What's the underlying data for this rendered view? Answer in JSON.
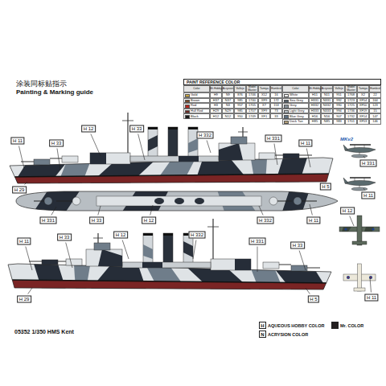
{
  "diagram": {
    "title": "涂装同标贴指示",
    "caption": "05352 1/350 HMS Kent",
    "labels": [
      "Painting & Marking guide",
      "PAINT REFERENCE COLOR",
      "Color",
      "Mr.Hobby",
      "Acrysion",
      "Vallejo",
      "Model Master",
      "Tamiya",
      "Humbrol",
      "Color",
      "Mr.Hobby",
      "Acrysion",
      "Vallejo",
      "Model Master",
      "Tamiya",
      "Humbrol",
      "Gold",
      "H9",
      "N9",
      "876",
      "1746",
      "X12",
      "16",
      "Brown",
      "H37",
      "N37",
      "985",
      "1740",
      "XF9",
      "172",
      "Red",
      "H3",
      "N3",
      "957",
      "1705",
      "X7",
      "153",
      "Hull Red",
      "H29",
      "N29",
      "985",
      "1707",
      "XF9",
      "73",
      "Black",
      "H12",
      "N12",
      "950",
      "1749",
      "XF1",
      "33",
      "White",
      "H11",
      "N11",
      "951",
      "1768",
      "X2",
      "22",
      "Sea Grey",
      "H331",
      "N331",
      "992",
      "1723",
      "XF54",
      "164",
      "Grey",
      "H332",
      "N332",
      "990",
      "1725",
      "XF50",
      "123",
      "Light Grey",
      "H333",
      "N333",
      "994",
      "1736",
      "XF19",
      "15",
      "Blue Grey",
      "H56",
      "N56",
      "907",
      "1732",
      "XF14",
      "147",
      "Deck Tan",
      "H85",
      "N85",
      "983",
      "1701",
      "XF53",
      "146",
      "MKv2",
      "H 11",
      "H 33",
      "H 12",
      "H 33",
      "H 332",
      "H 331",
      "H 11",
      "H 29",
      "H 5",
      "H 331",
      "H 33",
      "H 12",
      "H 332",
      "H 11",
      "H 11",
      "H 33",
      "H 12",
      "H 332",
      "H 331",
      "H 33",
      "H 29",
      "H 5",
      "H 331",
      "H 11",
      "H 12",
      "H 11",
      "H",
      "N"
    ],
    "legend": [
      {
        "text": "AQUEOUS HOBBY COLOR"
      },
      {
        "text": "Mr. COLOR",
        "color": "#231f20"
      },
      {
        "text": "ACRYSION COLOR"
      }
    ]
  }
}
